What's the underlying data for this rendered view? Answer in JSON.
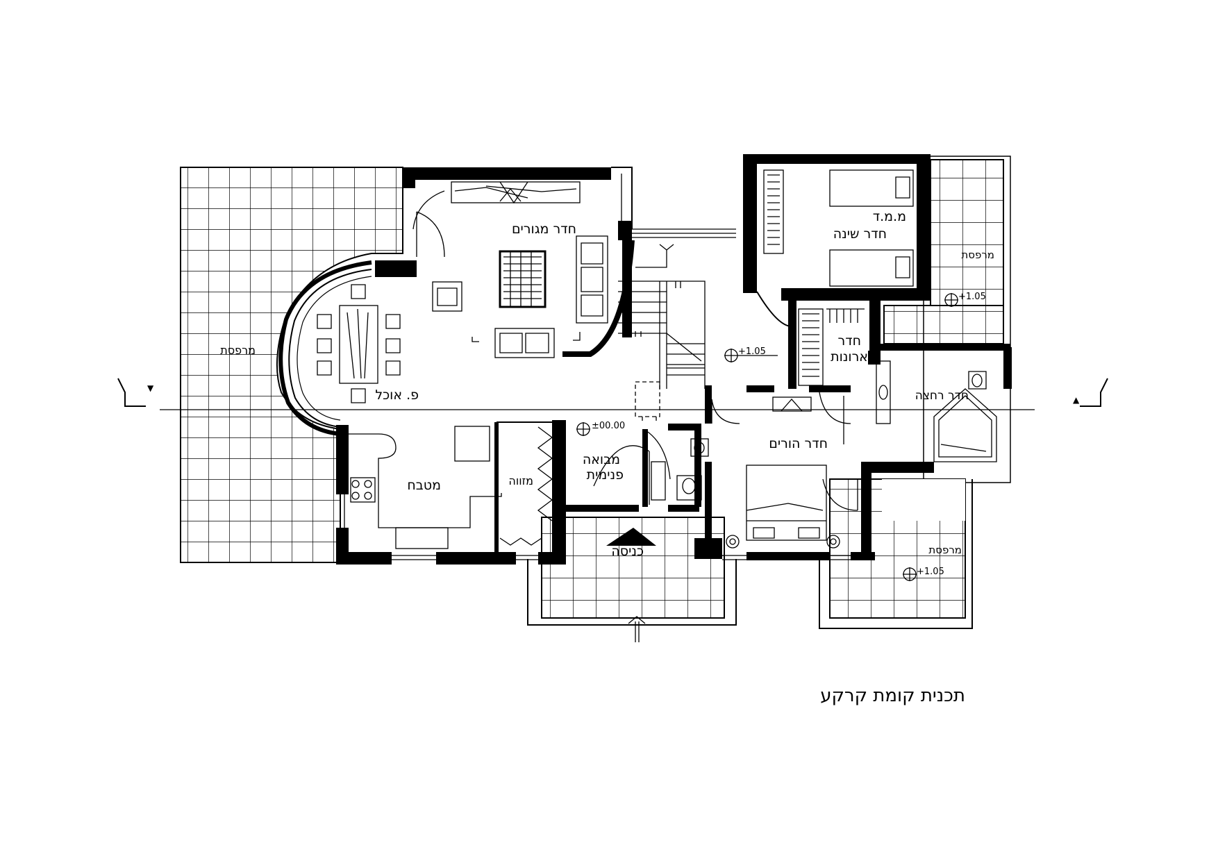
{
  "plan": {
    "title": "תכנית קומת קרקע",
    "rooms": {
      "living": "חדר מגורים",
      "dining": "פ. אוכל",
      "kitchen": "מטבח",
      "pantry": "מזווה",
      "hall_1": "מבואה",
      "hall_2": "פנימית",
      "entrance": "כניסה",
      "mamad_1": "מ.מ.ד",
      "mamad_2": "חדר שינה",
      "closet_1": "חדר",
      "closet_2": "ארונות",
      "bathroom": "חדר רחצה",
      "parents": "חדר הורים",
      "balcony_west": "מרפסת",
      "balcony_ne": "מרפסת",
      "balcony_se": "מרפסת"
    },
    "levels": {
      "zero": "±00.00",
      "hall": "+1.05",
      "balcony_ne": "+1.05",
      "balcony_se": "+1.05"
    },
    "section_marks": {
      "left": "▼",
      "right": "▲"
    }
  }
}
